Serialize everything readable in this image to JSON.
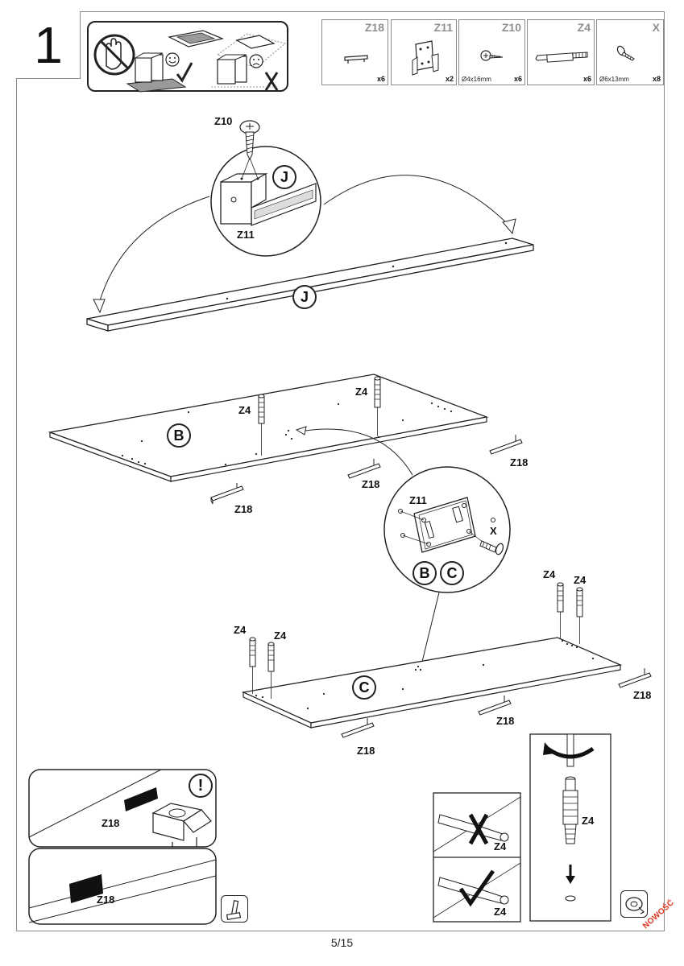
{
  "page": {
    "step_number": "1",
    "page_number": "5/15",
    "badge": "NOWOŚĆ"
  },
  "parts": [
    {
      "code": "Z18",
      "size": "",
      "qty": "x6"
    },
    {
      "code": "Z11",
      "size": "",
      "qty": "x2"
    },
    {
      "code": "Z10",
      "size": "Ø4x16mm",
      "qty": "x6"
    },
    {
      "code": "Z4",
      "size": "",
      "qty": "x6"
    },
    {
      "code": "X",
      "size": "Ø6x13mm",
      "qty": "x8"
    }
  ],
  "labels": {
    "z10": "Z10",
    "z11": "Z11",
    "z4": "Z4",
    "z18": "Z18",
    "x": "X",
    "panel_j": "J",
    "panel_b": "B",
    "panel_c": "C"
  },
  "notes": {
    "warning": "!",
    "hammer_icon": "hammer-icon",
    "tape_icon": "tape-roll-icon"
  },
  "colors": {
    "line": "#222222",
    "frame": "#8a8a8a",
    "badge": "#e0341e"
  }
}
